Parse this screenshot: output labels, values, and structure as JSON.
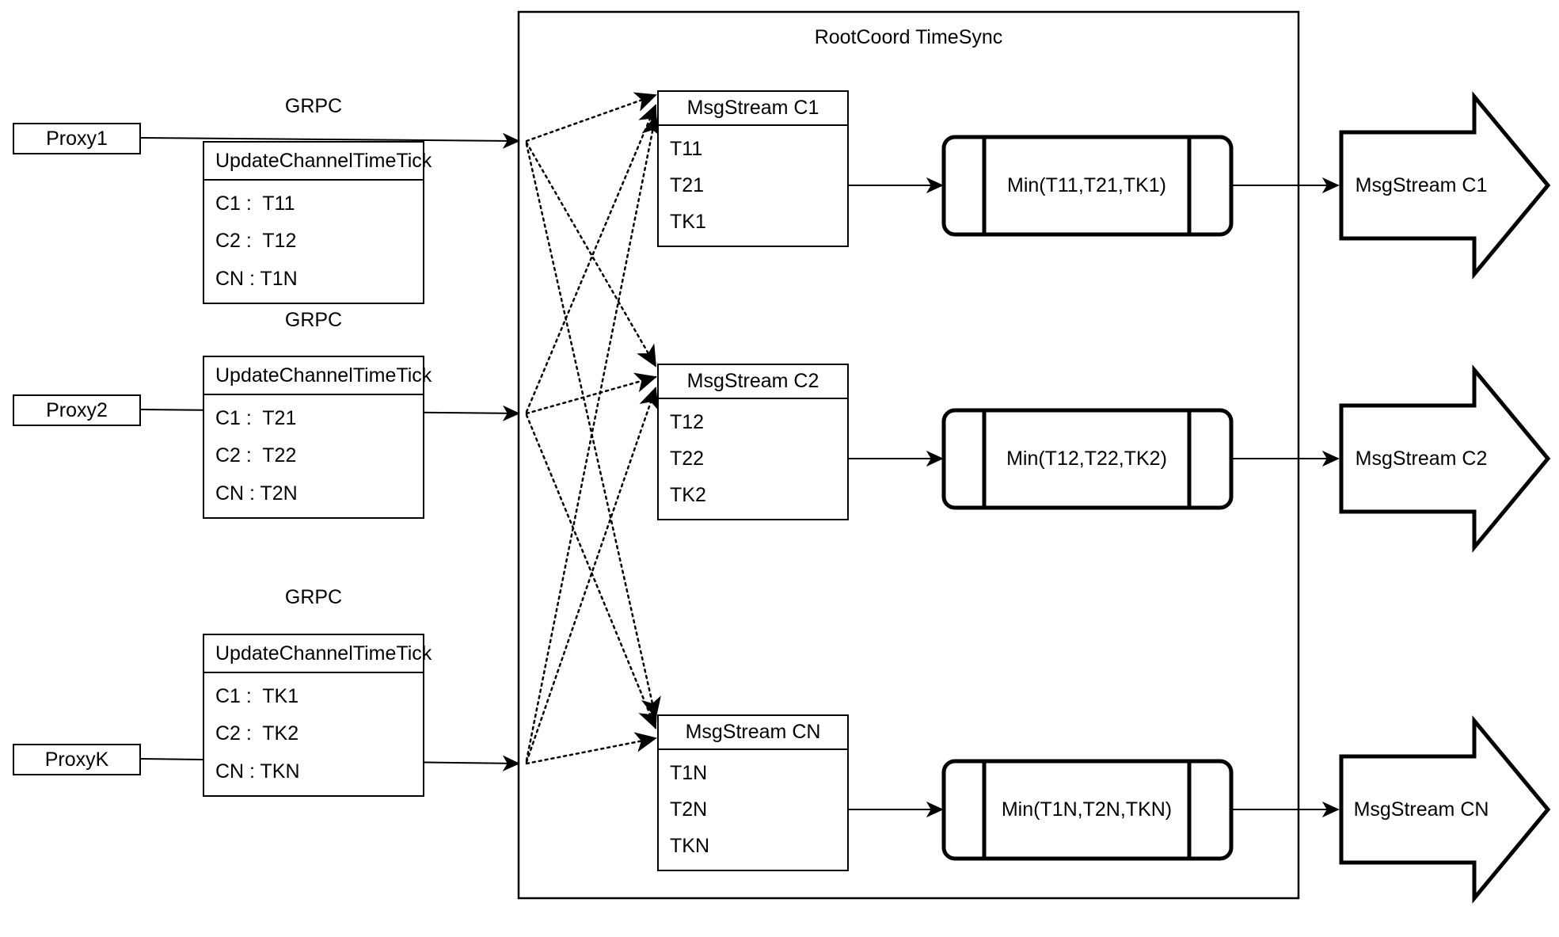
{
  "diagram": {
    "title": "RootCoord TimeSync",
    "container_label": "RootCoord TimeSync"
  },
  "proxies": [
    {
      "name": "Proxy1",
      "link_label": "GRPC",
      "request": {
        "title": "UpdateChannelTimeTick",
        "rows": [
          "C1 :  T11",
          "C2 :  T12",
          "CN : T1N"
        ]
      }
    },
    {
      "name": "Proxy2",
      "link_label": "GRPC",
      "request": {
        "title": "UpdateChannelTimeTick",
        "rows": [
          "C1 :  T21",
          "C2 :  T22",
          "CN : T2N"
        ]
      }
    },
    {
      "name": "ProxyK",
      "link_label": "GRPC",
      "request": {
        "title": "UpdateChannelTimeTick",
        "rows": [
          "C1 :  TK1",
          "C2 :  TK2",
          "CN : TKN"
        ]
      }
    }
  ],
  "channels": [
    {
      "stream": {
        "title": "MsgStream C1",
        "rows": [
          "T11",
          "T21",
          "TK1"
        ]
      },
      "reduce_label": "Min(T11,T21,TK1)",
      "output_label": "MsgStream C1"
    },
    {
      "stream": {
        "title": "MsgStream C2",
        "rows": [
          "T12",
          "T22",
          "TK2"
        ]
      },
      "reduce_label": "Min(T12,T22,TK2)",
      "output_label": "MsgStream C2"
    },
    {
      "stream": {
        "title": "MsgStream CN",
        "rows": [
          "T1N",
          "T2N",
          "TKN"
        ]
      },
      "reduce_label": "Min(T1N,T2N,TKN)",
      "output_label": "MsgStream CN"
    }
  ],
  "colors": {
    "stroke": "#000000",
    "background": "#ffffff"
  }
}
